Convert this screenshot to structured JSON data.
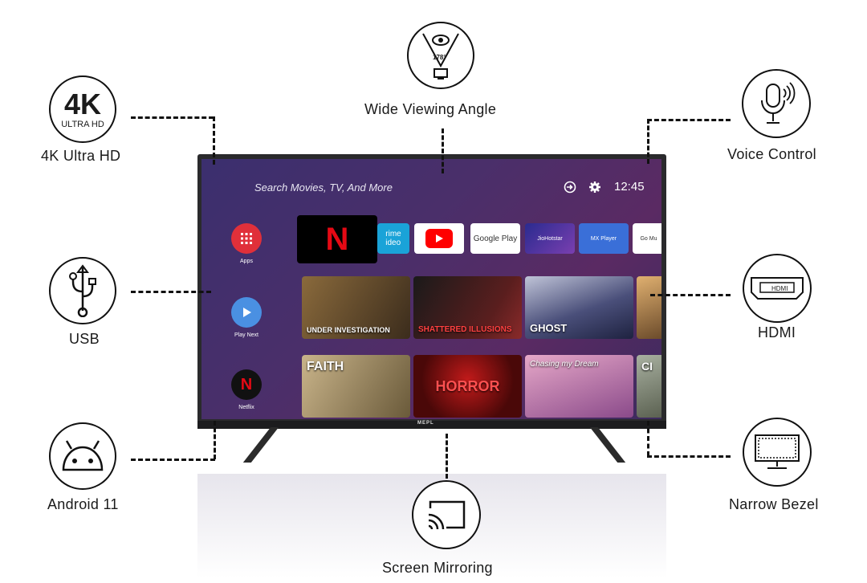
{
  "features": {
    "uhd": {
      "label": "4K Ultra HD",
      "icon_big": "4K",
      "icon_small": "ULTRA HD",
      "icon": "4k-badge-icon"
    },
    "viewing": {
      "label": "Wide Viewing Angle",
      "angle": "178°",
      "icon": "eye-angle-icon"
    },
    "voice": {
      "label": "Voice Control",
      "icon": "microphone-icon"
    },
    "usb": {
      "label": "USB",
      "icon": "usb-icon"
    },
    "hdmi": {
      "label": "HDMI",
      "icon_text": "HDMI",
      "icon": "hdmi-port-icon"
    },
    "android": {
      "label": "Android 11",
      "icon": "android-icon"
    },
    "bezel": {
      "label": "Narrow Bezel",
      "icon": "monitor-bezel-icon"
    },
    "mirror": {
      "label": "Screen Mirroring",
      "icon": "cast-icon"
    }
  },
  "tv": {
    "brand": "MEPL",
    "search_placeholder": "Search Movies, TV, And More",
    "clock": "12:45",
    "sidebar": [
      {
        "label": "Apps",
        "icon": "apps-grid-icon",
        "color": "#e0303a"
      },
      {
        "label": "Play Next",
        "icon": "play-icon",
        "color": "#4a90e2"
      },
      {
        "label": "Netflix",
        "icon": "netflix-n-icon",
        "color": "#111111"
      }
    ],
    "apps": [
      {
        "name": "N"
      },
      {
        "name": "rime\nideo"
      },
      {
        "name": "YouTube"
      },
      {
        "name": "Google Play"
      },
      {
        "name": "JioHotstar"
      },
      {
        "name": "MX Player"
      },
      {
        "name": "Go Mu"
      }
    ],
    "row1": [
      {
        "title": "UNDER INVESTIGATION"
      },
      {
        "title": "SHATTERED ILLUSIONS"
      },
      {
        "title": "GHOST"
      }
    ],
    "row2": [
      {
        "title": "FAITH"
      },
      {
        "title": "HORROR"
      },
      {
        "title": "Chasing my Dream"
      },
      {
        "title": "CI"
      }
    ]
  },
  "colors": {
    "accent_red": "#e50914",
    "screen_purple": "#4a2f6a"
  }
}
